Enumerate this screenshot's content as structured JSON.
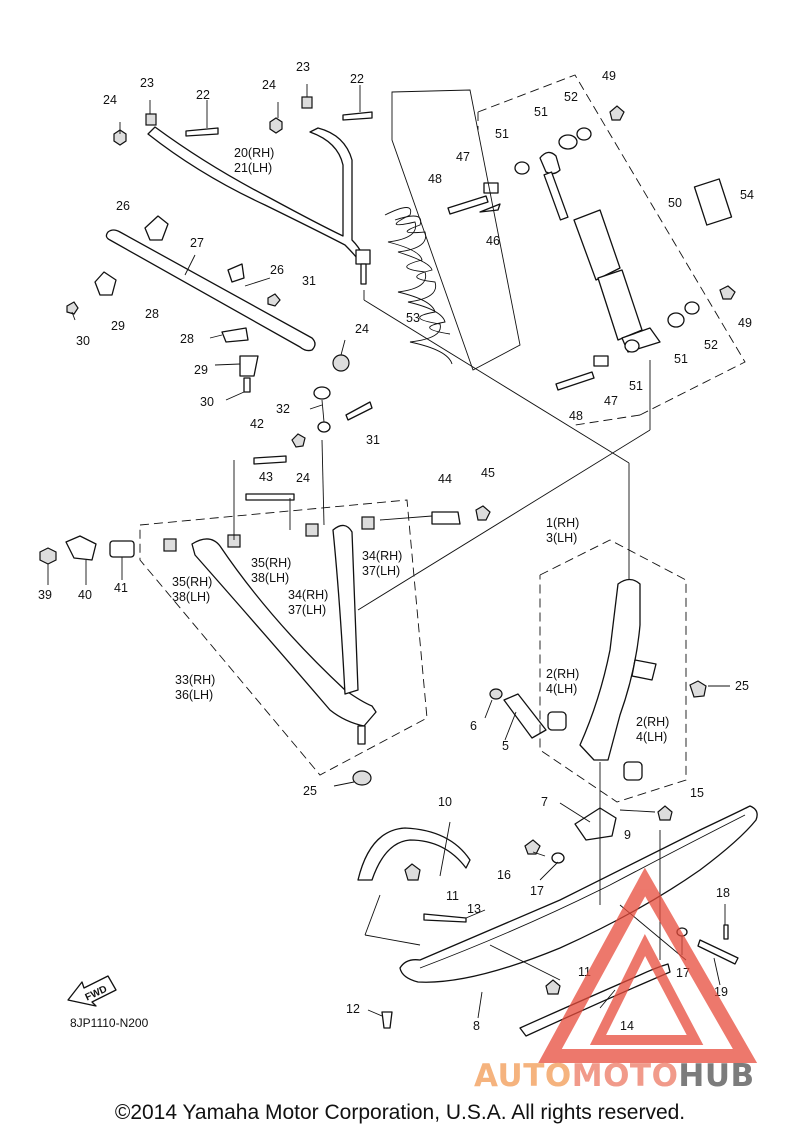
{
  "diagram_code": "8JP1110-N200",
  "fwd_label": "FWD",
  "copyright": "©2014 Yamaha Motor Corporation, U.S.A. All rights reserved.",
  "watermark": {
    "part1": "AUTO",
    "part2": "MOTO",
    "part3": "HUB"
  },
  "callouts": [
    "24",
    "23",
    "22",
    "24",
    "23",
    "22",
    "20(RH)",
    "21(LH)",
    "26",
    "27",
    "26",
    "31",
    "29",
    "28",
    "30",
    "28",
    "29",
    "30",
    "24",
    "32",
    "31",
    "42",
    "24",
    "43",
    "44",
    "45",
    "39",
    "40",
    "41",
    "35(RH)",
    "38(LH)",
    "35(RH)",
    "38(LH)",
    "34(RH)",
    "37(LH)",
    "34(RH)",
    "37(LH)",
    "33(RH)",
    "36(LH)",
    "25",
    "49",
    "52",
    "51",
    "51",
    "47",
    "48",
    "46",
    "50",
    "54",
    "53",
    "49",
    "52",
    "51",
    "51",
    "47",
    "48",
    "1(RH)",
    "3(LH)",
    "2(RH)",
    "4(LH)",
    "2(RH)",
    "4(LH)",
    "25",
    "6",
    "5",
    "7",
    "15",
    "10",
    "9",
    "16",
    "17",
    "11",
    "13",
    "18",
    "17",
    "19",
    "11",
    "14",
    "12",
    "8"
  ]
}
